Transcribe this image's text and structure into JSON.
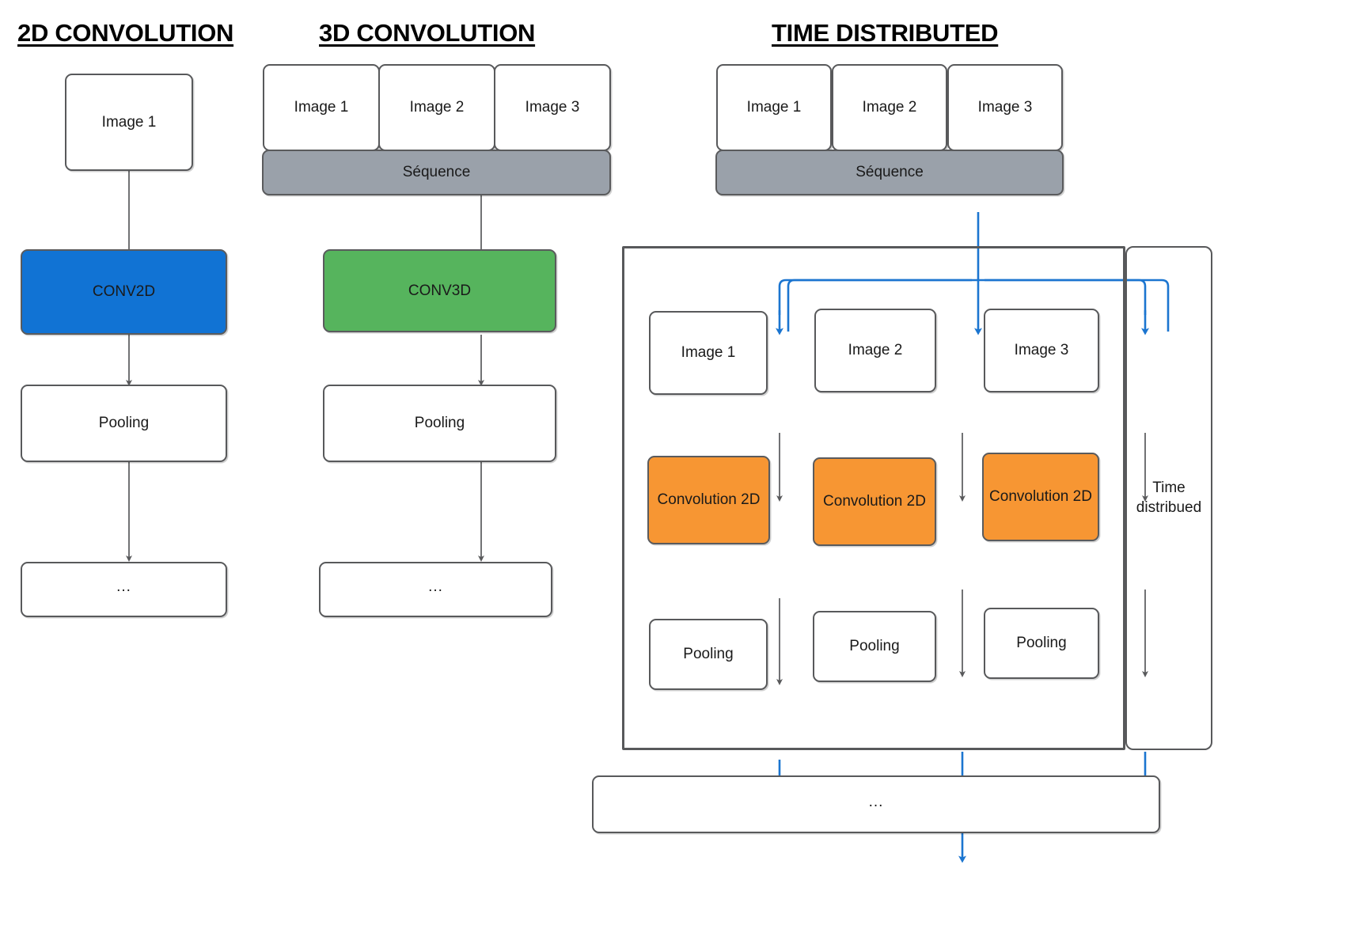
{
  "diagram": {
    "title_2d": "2D CONVOLUTION",
    "title_3d": "3D CONVOLUTION",
    "title_td": "TIME DISTRIBUTED",
    "colors": {
      "conv2d": "#1173d4",
      "conv3d": "#56b45d",
      "sequence": "#9aa1aa",
      "convolution2d": "#f79633",
      "arrow_gray": "#58595b",
      "arrow_blue": "#1b75d0",
      "border": "#58595b"
    }
  },
  "col_2d": {
    "image1": "Image 1",
    "conv": "CONV2D",
    "pooling": "Pooling",
    "ellipsis": "..."
  },
  "col_3d": {
    "images": [
      "Image 1",
      "Image 2",
      "Image 3"
    ],
    "sequence": "Séquence",
    "conv": "CONV3D",
    "pooling": "Pooling",
    "ellipsis": "..."
  },
  "col_td": {
    "images": [
      "Image 1",
      "Image 2",
      "Image 3"
    ],
    "sequence": "Séquence",
    "branches": [
      {
        "image": "Image 1",
        "conv": "Convolution 2D",
        "pooling": "Pooling"
      },
      {
        "image": "Image 2",
        "conv": "Convolution 2D",
        "pooling": "Pooling"
      },
      {
        "image": "Image 3",
        "conv": "Convolution 2D",
        "pooling": "Pooling"
      }
    ],
    "wrapper_label": "Time distribued",
    "ellipsis": "..."
  }
}
